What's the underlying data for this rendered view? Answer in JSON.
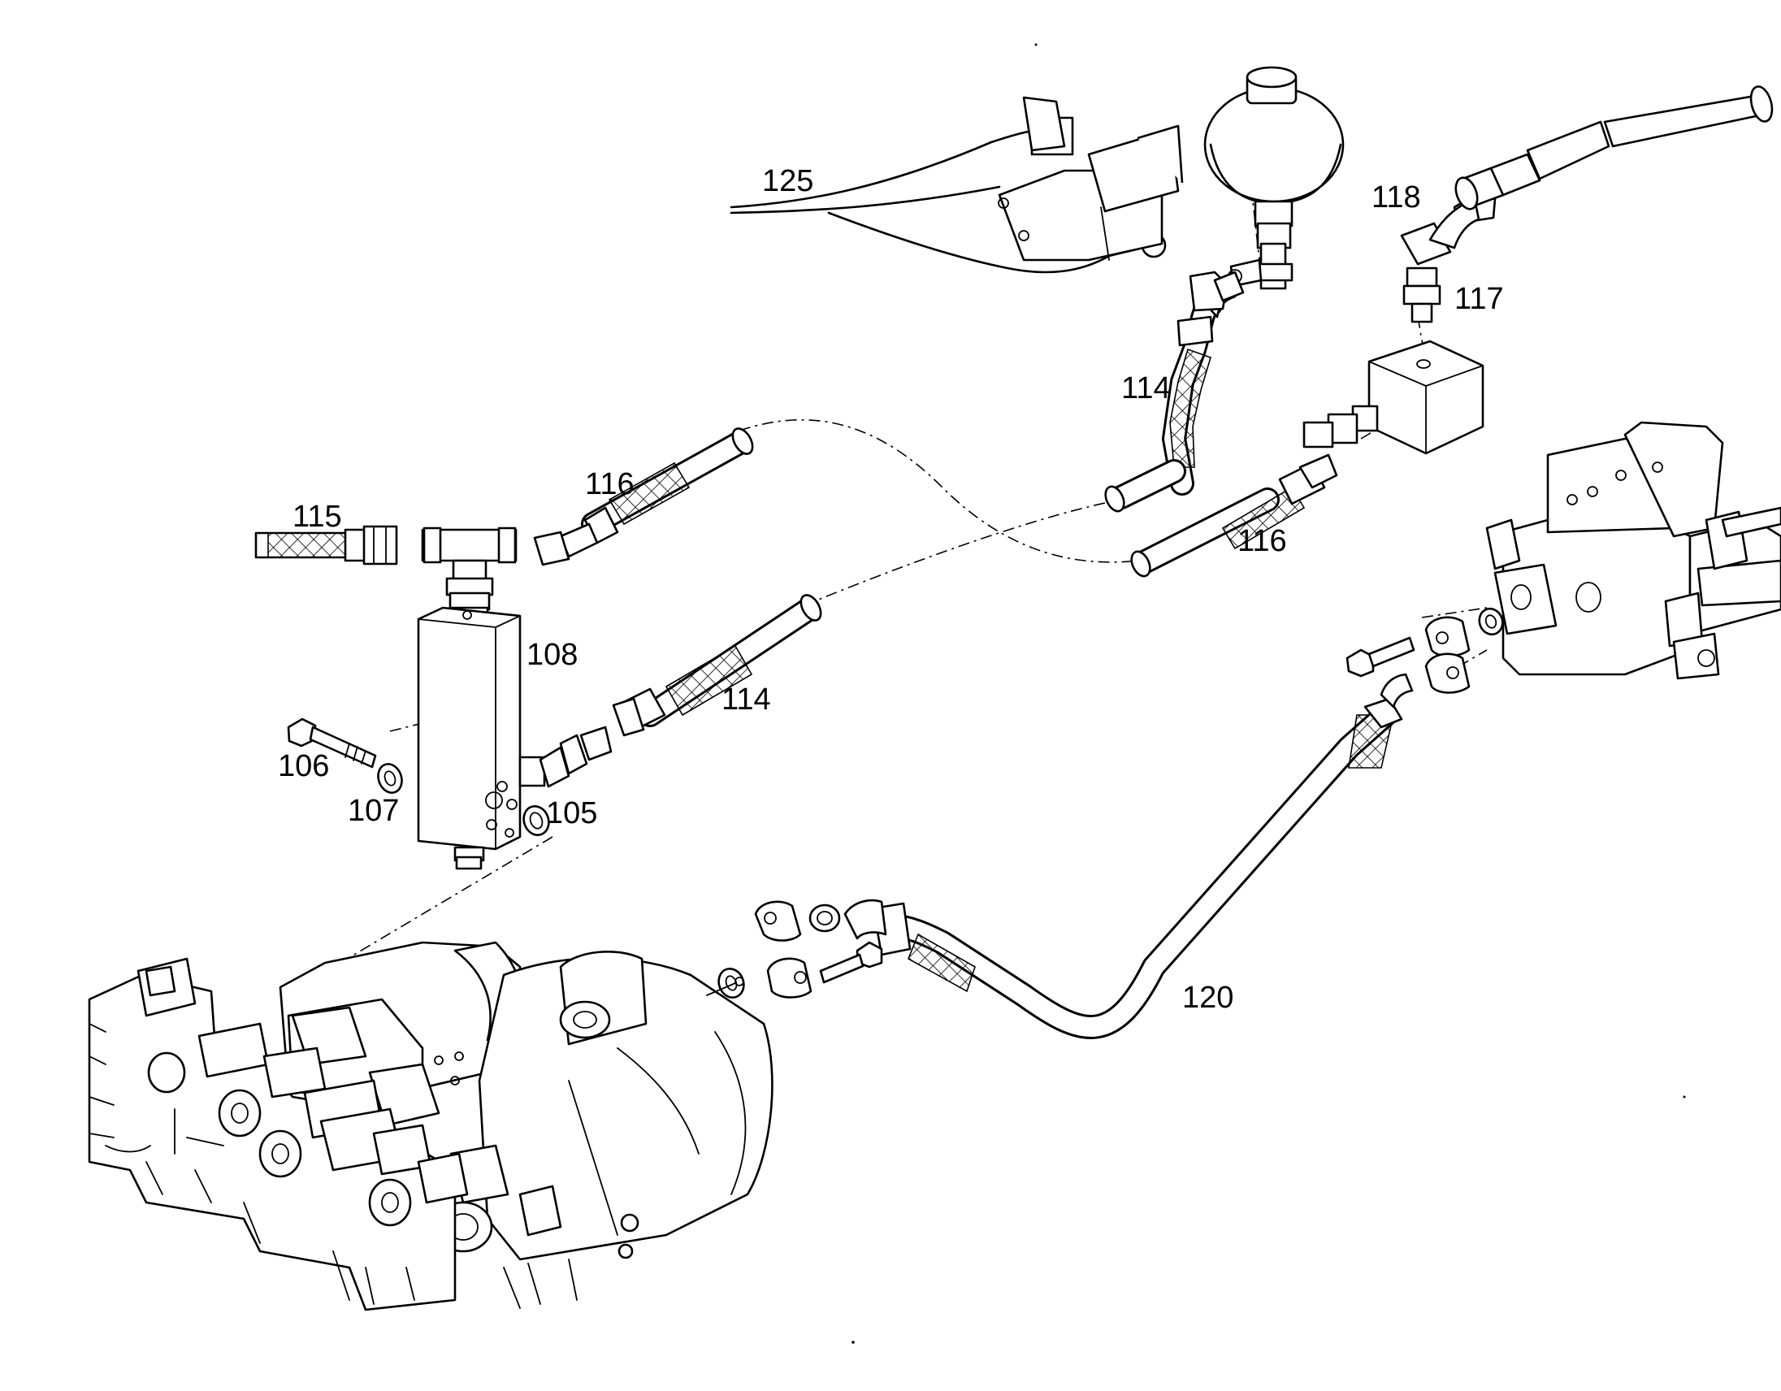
{
  "callouts": {
    "p125": "125",
    "p118": "118",
    "p117": "117",
    "p114a": "114",
    "p116a": "116",
    "p115": "115",
    "p116b": "116",
    "p108": "108",
    "p114b": "114",
    "p106": "106",
    "p107": "107",
    "p105": "105",
    "p120": "120"
  }
}
